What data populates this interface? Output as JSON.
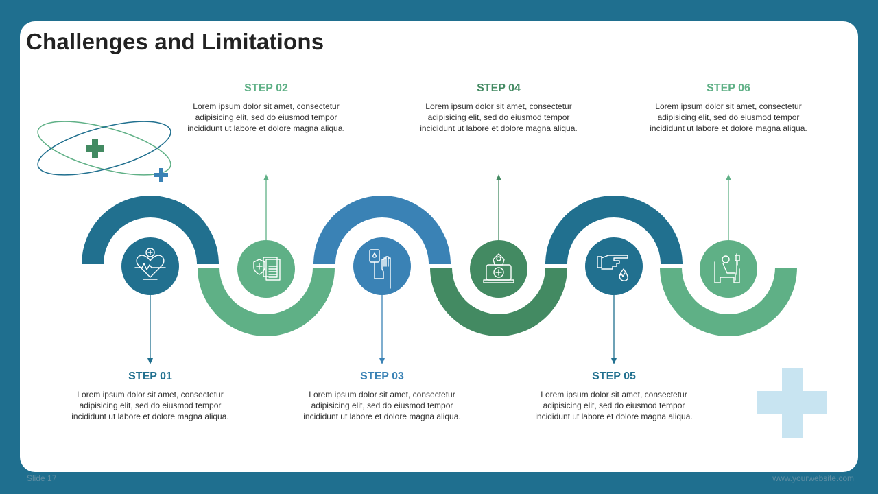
{
  "title": "Challenges and Limitations",
  "footer": {
    "slide": "Slide 17",
    "website": "www.yourwebsite.com"
  },
  "colors": {
    "background": "#1f6f8f",
    "dark_blue": "#21708f",
    "mid_blue": "#3a82b5",
    "green": "#5fb086",
    "dark_green": "#438a62",
    "light_blue_cross": "#c8e4f1"
  },
  "steps": [
    {
      "label": "STEP 01",
      "desc": "Lorem ipsum dolor sit amet, consectetur adipisicing elit, sed do eiusmod tempor incididunt ut labore et dolore magna aliqua.",
      "icon": "heart-health-icon",
      "color": "#21708f"
    },
    {
      "label": "STEP 02",
      "desc": "Lorem ipsum dolor sit amet, consectetur adipisicing elit, sed do eiusmod tempor incididunt ut labore et dolore magna aliqua.",
      "icon": "medical-insurance-documents-icon",
      "color": "#5fb086"
    },
    {
      "label": "STEP 03",
      "desc": "Lorem ipsum dolor sit amet, consectetur adipisicing elit, sed do eiusmod tempor incididunt ut labore et dolore magna aliqua.",
      "icon": "iv-drip-hand-icon",
      "color": "#3a82b5"
    },
    {
      "label": "STEP 04",
      "desc": "Lorem ipsum dolor sit amet, consectetur adipisicing elit, sed do eiusmod tempor incididunt ut labore et dolore magna aliqua.",
      "icon": "medical-wipes-icon",
      "color": "#438a62"
    },
    {
      "label": "STEP 05",
      "desc": "Lorem ipsum dolor sit amet, consectetur adipisicing elit, sed do eiusmod tempor incididunt ut labore et dolore magna aliqua.",
      "icon": "finger-blood-test-icon",
      "color": "#21708f"
    },
    {
      "label": "STEP 06",
      "desc": "Lorem ipsum dolor sit amet, consectetur adipisicing elit, sed do eiusmod tempor incididunt ut labore et dolore magna aliqua.",
      "icon": "patient-infusion-chair-icon",
      "color": "#5fb086"
    }
  ]
}
